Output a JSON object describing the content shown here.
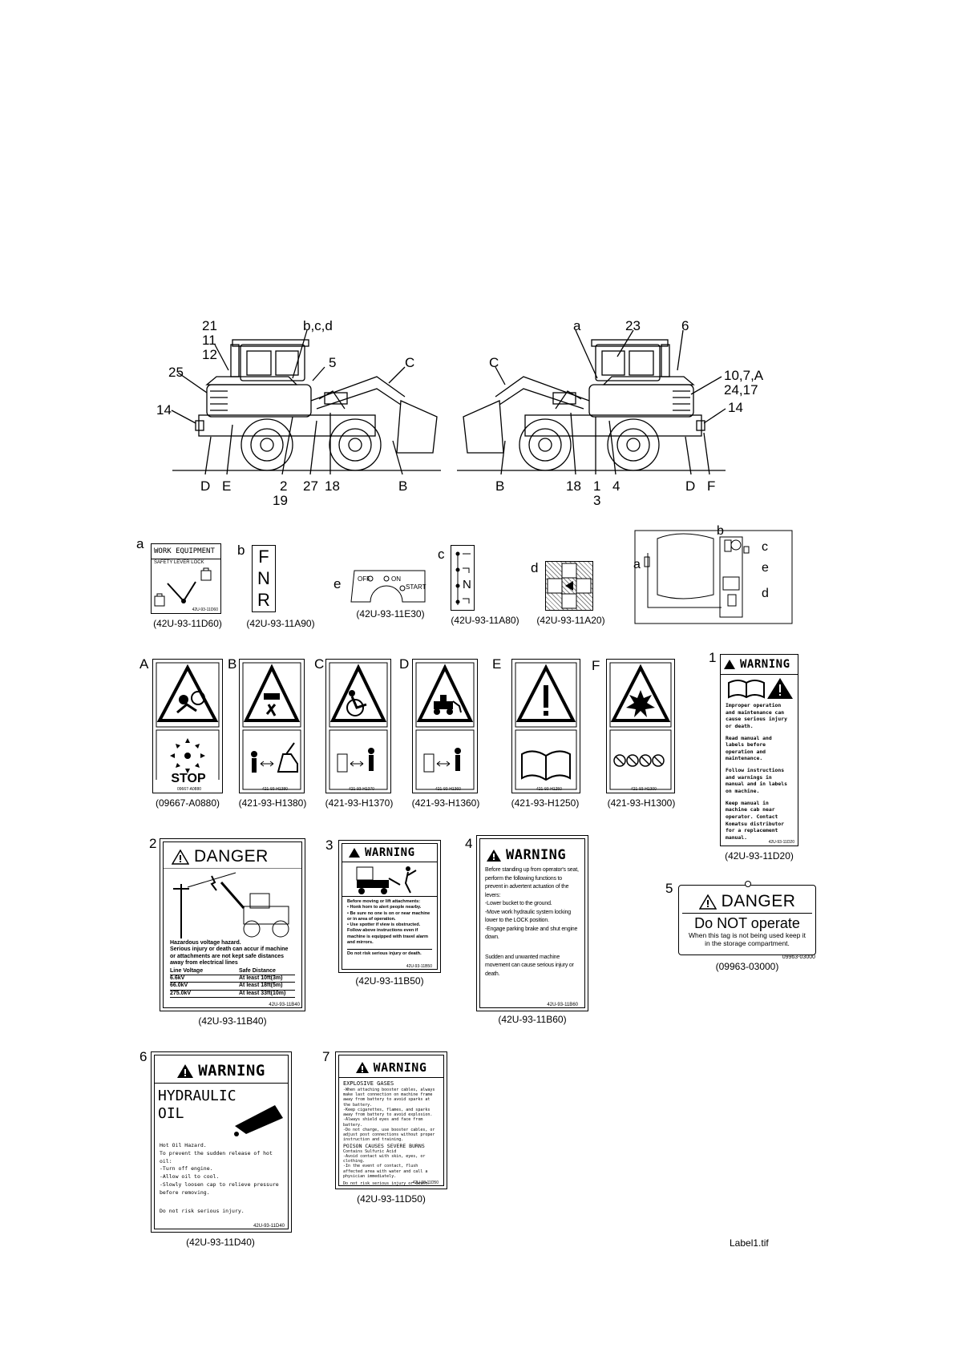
{
  "machine": {
    "left_labels": {
      "l21": "21",
      "l11": "11",
      "l12": "12",
      "l25": "25",
      "l14": "14",
      "lbcd": "b,c,d",
      "l5": "5",
      "lC": "C",
      "lD": "D",
      "lE": "E",
      "l2": "2",
      "l19": "19",
      "l27": "27",
      "l18": "18",
      "lB": "B"
    },
    "right_labels": {
      "lC": "C",
      "la": "a",
      "l23": "23",
      "l6": "6",
      "l1072": "10,7,A",
      "l2417": "24,17",
      "l14": "14",
      "lB": "B",
      "l18": "18",
      "l1": "1",
      "l3": "3",
      "l4": "4",
      "lD": "D",
      "lF": "F"
    }
  },
  "row1": {
    "a": {
      "letter": "a",
      "title": "WORK EQUIPMENT",
      "sub": "SAFETY LEVER LOCK",
      "part": "42U-93-11D60",
      "caption": "(42U-93-11D60)"
    },
    "b": {
      "letter": "b",
      "f": "F",
      "n": "N",
      "r": "R",
      "caption": "(42U-93-11A90)"
    },
    "e": {
      "letter": "e",
      "off": "OFF",
      "on": "ON",
      "start": "START",
      "caption": "(42U-93-11E30)"
    },
    "c": {
      "letter": "c",
      "n": "N",
      "caption": "(42U-93-11A80)"
    },
    "d": {
      "letter": "d",
      "caption": "(42U-93-11A20)"
    },
    "cab": {
      "a": "a",
      "b": "b",
      "c": "c",
      "e": "e",
      "d": "d"
    }
  },
  "row2": {
    "A": {
      "letter": "A",
      "stop": "STOP",
      "part": "09667-A0880",
      "caption": "(09667-A0880)"
    },
    "B": {
      "letter": "B",
      "part": "421-93-H1380",
      "caption": "(421-93-H1380)"
    },
    "C": {
      "letter": "C",
      "part": "421-93-H1370",
      "caption": "(421-93-H1370)"
    },
    "D": {
      "letter": "D",
      "part": "421-93-H1360",
      "caption": "(421-93-H1360)"
    },
    "E": {
      "letter": "E",
      "part": "421-93-H1250",
      "caption": "(421-93-H1250)"
    },
    "F": {
      "letter": "F",
      "part": "421-93-H1300",
      "caption": "(421-93-H1300)"
    },
    "n1": {
      "num": "1",
      "header": "WARNING",
      "p1": "Improper operation and maintenance can cause serious injury or death.",
      "p2": "Read manual and labels before operation and maintenance.",
      "p3": "Follow instructions and warnings in manual and in labels on machine.",
      "p4": "Keep manual in machine cab near operator. Contact Komatsu distributor for a replacement manual.",
      "part": "42U-93-11D20",
      "caption": "(42U-93-11D20)"
    }
  },
  "row3": {
    "n2": {
      "num": "2",
      "header": "DANGER",
      "t1": "Hazardous voltage hazard.",
      "t2": "Serious injury or death can accur if machine or attachments are not kept safe distances away from electrical lines",
      "h_line": "Line Voltage",
      "h_dist": "Safe Distance",
      "r1v": "6.6kV",
      "r1d": "At least 10ft(3m)",
      "r2v": "66.0kV",
      "r2d": "At least 18ft(5m)",
      "r3v": "275.0kV",
      "r3d": "At least 33ft(10m)",
      "part": "42U-93-11B40",
      "caption": "(42U-93-11B40)"
    },
    "n3": {
      "num": "3",
      "header": "WARNING",
      "t1": "Before moving or lift attachments:",
      "t2": "• Honk horn to alert people nearby.",
      "t3": "• Be sure no one is on or near machine or in area of operation.",
      "t4": "• Use spotter if view is obstructed.",
      "t5": "Follow above instructions even if machine is equipped with travel alarm and mirrors.",
      "t6": "Do not risk serious injury or death.",
      "part": "42U-93-11B50",
      "caption": "(42U-93-11B50)"
    },
    "n4": {
      "num": "4",
      "header": "WARNING",
      "t1": "Before standing up from operator's seat, perform the following functions to prevent in advertent actuation of the levers:",
      "t2": "-Lower bucket to the ground.",
      "t3": "-Move work hydraulic system locking lower to the LOCK position.",
      "t4": "-Engage parking brake and shut engine down.",
      "t5": "Sudden and unwanted machine movement can cause serious injury or death.",
      "part": "42U-93-11B60",
      "caption": "(42U-93-11B60)"
    },
    "n5": {
      "num": "5",
      "header": "DANGER",
      "big": "Do NOT operate",
      "t1": "When this tag is not being used keep it in the storage compartment.",
      "part": "09963-03000",
      "caption": "(09963-03000)"
    }
  },
  "row4": {
    "n6": {
      "num": "6",
      "header": "WARNING",
      "title1": "HYDRAULIC",
      "title2": "OIL",
      "t1": "Hot Oil Hazard.",
      "t2": "To prevent the sudden release of hot oil:",
      "t3": "-Turn off engine.",
      "t4": "-Allow oil to cool.",
      "t5": "-Slowly loosen cap to relieve pressure before removing.",
      "t6": "Do not risk serious injury.",
      "part": "42U-93-11D40",
      "caption": "(42U-93-11D40)"
    },
    "n7": {
      "num": "7",
      "header": "WARNING",
      "t1": "EXPLOSIVE GASES",
      "t2": "-When attaching booster cables, always make last connection on machine frame away from battery to avoid sparks at the battery.",
      "t3": "-Keep cigarettes, flames, and sparks away from battery to avoid explosion.",
      "t4": "-Always shield eyes and face from battery.",
      "t5": "-Do not charge, use booster cables, or adjust post connections without proper instruction and training.",
      "t6": "POISON CAUSES SEVERE BURNS",
      "t7": "Contains Sulfuric Acid",
      "t8": "-Avoid contact with skin, eyes, or clothing.",
      "t9": "-In the event of contact, flush affected area with water and call a physician immediately.",
      "t10": "Do not risk serious injury or death.",
      "part": "42U-93-11D50",
      "caption": "(42U-93-11D50)"
    }
  },
  "footer": {
    "filename": "Label1.tif"
  }
}
